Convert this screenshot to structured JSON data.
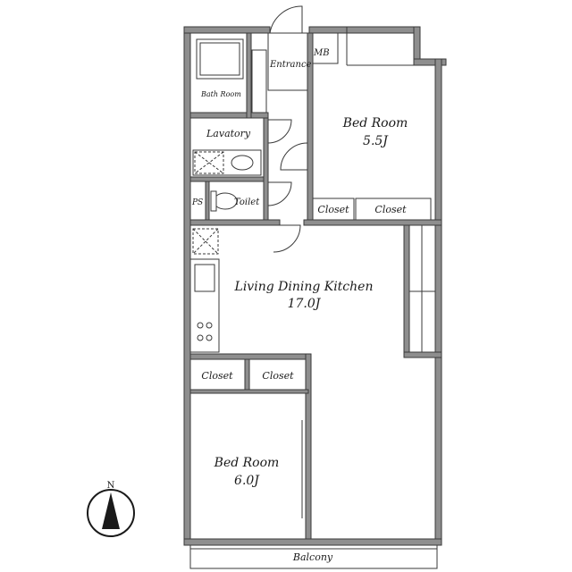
{
  "rooms": {
    "entrance": "Entrance",
    "mb": "MB",
    "bath_room": "Bath Room",
    "lavatory": "Lavatory",
    "toilet": "Toilet",
    "ps": "PS",
    "bed_room_1": {
      "name": "Bed Room",
      "size": "5.5J"
    },
    "closet_1": "Closet",
    "closet_2": "Closet",
    "ldk": {
      "name": "Living Dining Kitchen",
      "size": "17.0J"
    },
    "closet_3": "Closet",
    "closet_4": "Closet",
    "bed_room_2": {
      "name": "Bed Room",
      "size": "6.0J"
    },
    "balcony": "Balcony"
  },
  "compass": {
    "north_label": "N"
  }
}
